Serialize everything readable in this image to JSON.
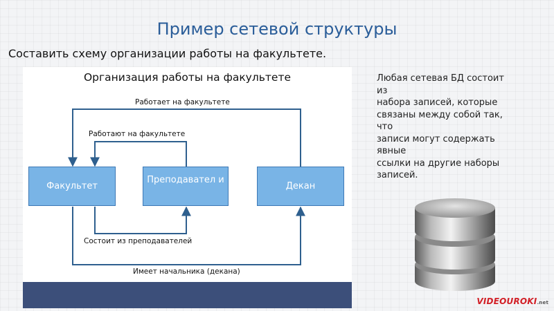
{
  "slide": {
    "title": "Пример сетевой структуры",
    "subtitle": "Составить схему организации работы на факультете."
  },
  "diagram": {
    "title": "Организация работы на факультете",
    "nodes": [
      {
        "id": "faculty",
        "label": "Факультет"
      },
      {
        "id": "teachers",
        "label": "Преподавател и"
      },
      {
        "id": "dean",
        "label": "Декан"
      }
    ],
    "edges": [
      {
        "from": "dean",
        "to": "faculty",
        "label": "Работает на факультете"
      },
      {
        "from": "teachers",
        "to": "faculty",
        "label": "Работают на факультете"
      },
      {
        "from": "faculty",
        "to": "teachers",
        "label": "Состоит из преподавателей"
      },
      {
        "from": "faculty",
        "to": "dean",
        "label": "Имеет начальника (декана)"
      }
    ],
    "colors": {
      "node_fill": "#79b4e6",
      "node_border": "#3d78b5",
      "arrow": "#2e5f8e",
      "footer_band": "#3c4f7a"
    }
  },
  "side_text": {
    "lines": [
      "Любая сетевая БД состоит",
      "из",
      "набора записей, которые",
      "связаны между собой так,",
      "что",
      "записи могут содержать",
      "явные",
      "ссылки на другие наборы",
      "записей."
    ]
  },
  "decor": {
    "database_icon": "database-cylinder-icon",
    "watermark": "VIDEOUROKI",
    "watermark_suffix": ".net"
  }
}
